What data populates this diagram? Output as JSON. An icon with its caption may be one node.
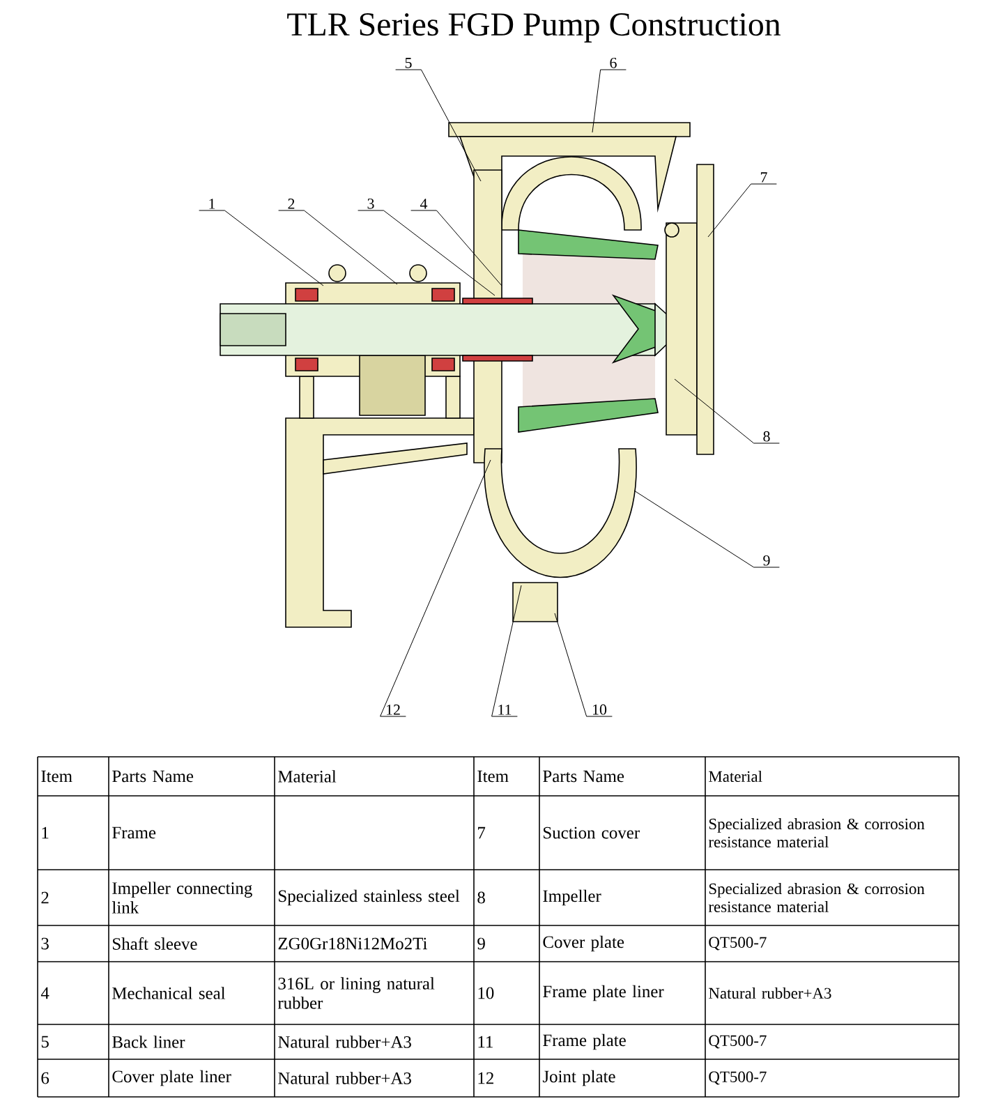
{
  "diagram": {
    "title": "TLR Series FGD Pump Construction",
    "nodes": [
      {
        "text": [
          "1"
        ]
      },
      {
        "text": [
          "2"
        ]
      },
      {
        "text": [
          "3"
        ]
      },
      {
        "text": [
          "4"
        ]
      },
      {
        "text": [
          "5"
        ]
      },
      {
        "text": [
          "6"
        ]
      },
      {
        "text": [
          "7"
        ]
      },
      {
        "text": [
          "8"
        ]
      },
      {
        "text": [
          "9"
        ]
      },
      {
        "text": [
          "10"
        ]
      },
      {
        "text": [
          "11"
        ]
      },
      {
        "text": [
          "12"
        ]
      }
    ],
    "edges": [
      {
        "from": 0,
        "to": null,
        "arrow": "none"
      },
      {
        "from": 1,
        "to": null,
        "arrow": "none"
      },
      {
        "from": 2,
        "to": null,
        "arrow": "none"
      },
      {
        "from": 3,
        "to": null,
        "arrow": "none"
      },
      {
        "from": 4,
        "to": null,
        "arrow": "none"
      },
      {
        "from": 5,
        "to": null,
        "arrow": "none"
      },
      {
        "from": 6,
        "to": null,
        "arrow": "none"
      },
      {
        "from": 7,
        "to": null,
        "arrow": "none"
      },
      {
        "from": 8,
        "to": null,
        "arrow": "none"
      },
      {
        "from": 9,
        "to": null,
        "arrow": "none"
      },
      {
        "from": 10,
        "to": null,
        "arrow": "none"
      },
      {
        "from": 11,
        "to": null,
        "arrow": "none"
      }
    ],
    "labels": [
      "Item",
      "Parts Name",
      "Material",
      "Item",
      "Parts Name",
      "Material",
      "1",
      "Frame",
      "7",
      "Suction cover",
      "Specialized abrasion & corrosion resistance material",
      "2",
      "Impeller connecting link",
      "Specialized stainless steel",
      "8",
      "Impeller",
      "Specialized abrasion & corrosion resistance material",
      "3",
      "Shaft sleeve",
      "ZG0Gr18Ni12Mo2Ti",
      "9",
      "Cover plate",
      "QT500-7",
      "4",
      "Mechanical seal",
      "316L or lining natural rubber",
      "10",
      "Frame plate liner",
      "Natural rubber+A3",
      "5",
      "Back liner",
      "Natural rubber+A3",
      "11",
      "Frame plate",
      "QT500-7",
      "6",
      "Cover plate liner",
      "Natural rubber+A3",
      "12",
      "Joint plate",
      "QT500-7"
    ]
  }
}
